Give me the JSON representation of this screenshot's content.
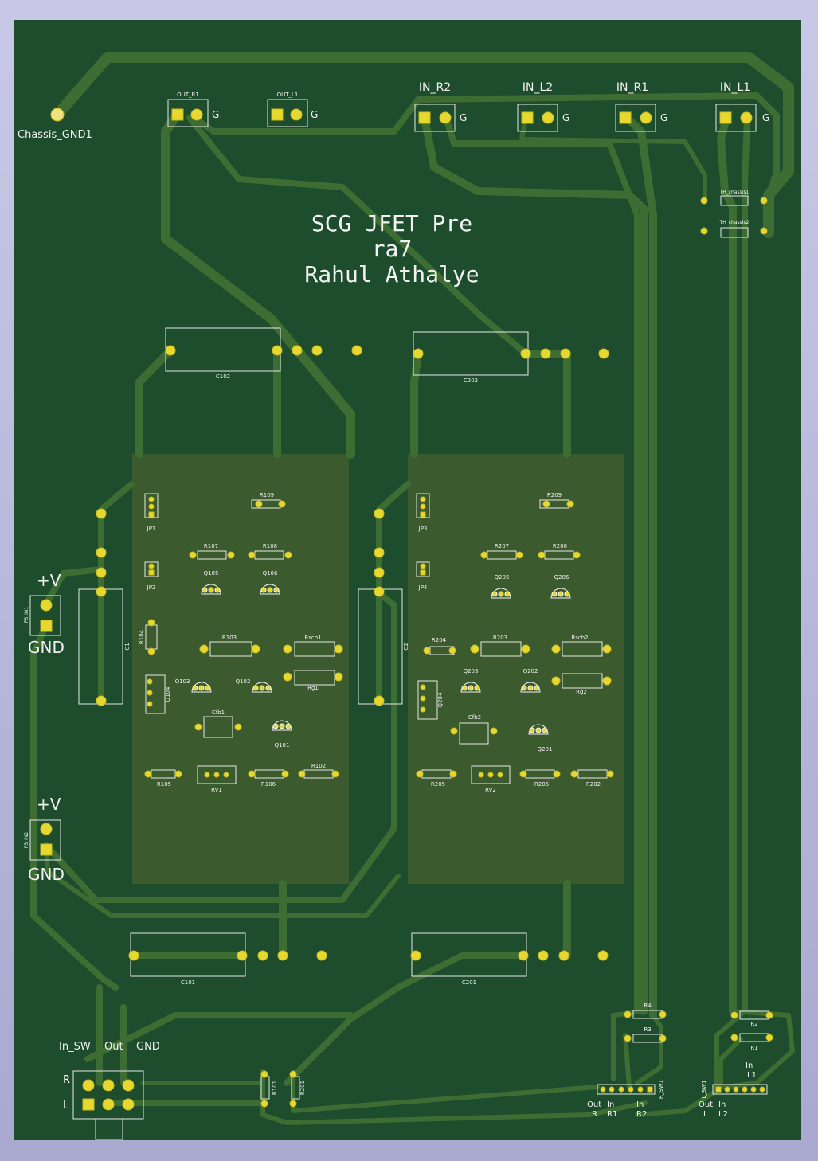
{
  "title": {
    "line1": "SCG JFET Pre",
    "line2": "ra7",
    "line3": "Rahul Athalye"
  },
  "mounting": {
    "chassis_gnd": "Chassis_GND1"
  },
  "connectors": {
    "out_r1": "OUT_R1",
    "out_l1": "OUT_L1",
    "in_r2": "IN_R2",
    "in_l2": "IN_L2",
    "in_r1": "IN_R1",
    "in_l1": "IN_L1",
    "ground_mark": "G",
    "th_chassis1": "TH_chassis1",
    "th_chassis2": "TH_chassis2"
  },
  "power": {
    "plus_v": "+V",
    "gnd": "GND",
    "ps_in1": "PS_IN1",
    "ps_in2": "PS_IN2"
  },
  "left_channel": {
    "c102": "C102",
    "c101": "C101",
    "c1": "C1",
    "jp1": "JP1",
    "jp2": "JP2",
    "r109": "R109",
    "r107": "R107",
    "r108": "R108",
    "q105": "Q105",
    "q106": "Q106",
    "r104": "R104",
    "r103": "R103",
    "rsch1": "Rsch1",
    "rg1": "Rg1",
    "q103": "Q103",
    "q102": "Q102",
    "q104": "Q104",
    "cfb1": "Cfb1",
    "q101": "Q101",
    "r105": "R105",
    "rv1": "RV1",
    "r106": "R106",
    "r102": "R102"
  },
  "right_channel": {
    "c202": "C202",
    "c201": "C201",
    "c2": "C2",
    "jp3": "JP3",
    "jp4": "JP4",
    "r209": "R209",
    "r207": "R207",
    "r208": "R208",
    "q205": "Q205",
    "q206": "Q206",
    "r204": "R204",
    "r203": "R203",
    "rsch2": "Rsch2",
    "q203": "Q203",
    "q202": "Q202",
    "rg2": "Rg2",
    "q204": "Q204",
    "cfb2": "Cfb2",
    "q201": "Q201",
    "r205": "R205",
    "rv2": "RV2",
    "r206": "R206",
    "r202": "R202"
  },
  "switch_block": {
    "in_sw": "In_SW",
    "out": "Out",
    "gnd": "GND",
    "row_r": "R",
    "row_l": "L",
    "r101": "R101",
    "r201": "R201"
  },
  "selector_r": {
    "r4": "R4",
    "r3": "R3",
    "ref": "R_SW1",
    "out_label": "Out",
    "in_label": "In",
    "in2_label": "In",
    "ch": "R",
    "pin1": "R1",
    "pin2": "R2"
  },
  "selector_l": {
    "r2": "R2",
    "r1": "R1",
    "ref": "L_SW1",
    "out_label": "Out",
    "in_label": "In",
    "in_top": "In",
    "ch": "L",
    "pin1": "L2",
    "pin_top": "L1"
  },
  "colors": {
    "board": "#1d4d2c",
    "copper": "#3d6d32",
    "pour": "#3b5a2d",
    "pad": "#e6d82e",
    "silk": "#f2f2f2"
  }
}
